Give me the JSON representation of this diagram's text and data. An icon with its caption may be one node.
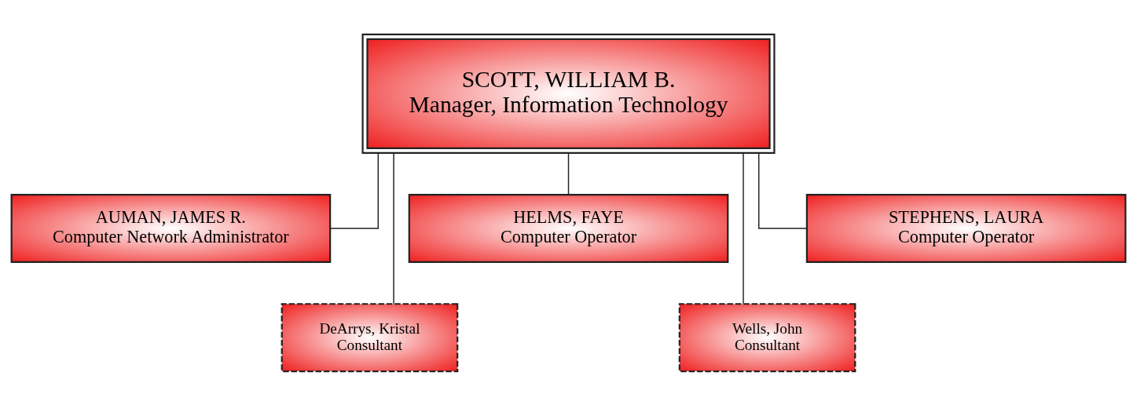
{
  "diagram": {
    "nodes": [
      {
        "text": [
          "SCOTT, WILLIAM B.",
          "Manager, Information Technology"
        ]
      },
      {
        "text": [
          "AUMAN, JAMES R.",
          "Computer Network Administrator"
        ]
      },
      {
        "text": [
          "DeArrys, Kristal",
          "Consultant"
        ]
      },
      {
        "text": [
          "HELMS, FAYE",
          "Computer Operator"
        ]
      },
      {
        "text": [
          "Wells, John",
          "Consultant"
        ]
      },
      {
        "text": [
          "STEPHENS, LAURA",
          "Computer Operator"
        ]
      }
    ],
    "edges": [
      {
        "from": 0,
        "to": 1,
        "arrow": "none"
      },
      {
        "from": 0,
        "to": 2,
        "arrow": "none"
      },
      {
        "from": 0,
        "to": 3,
        "arrow": "none"
      },
      {
        "from": 0,
        "to": 4,
        "arrow": "none"
      },
      {
        "from": 0,
        "to": 5,
        "arrow": "none"
      }
    ]
  }
}
